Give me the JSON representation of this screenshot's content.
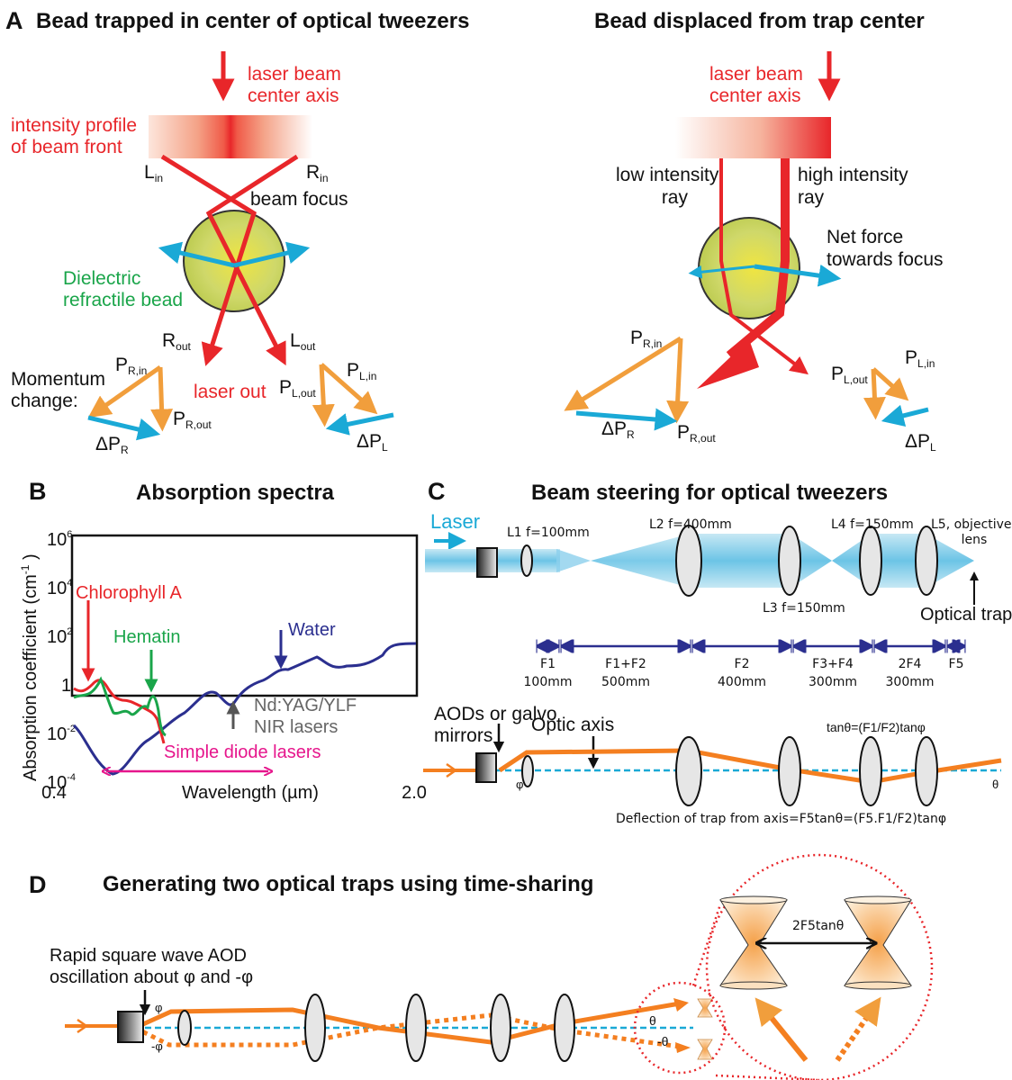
{
  "panel_a": {
    "label": "A",
    "left": {
      "title": "Bead trapped in center of  optical tweezers",
      "laser_axis": [
        "laser beam",
        "center axis"
      ],
      "intensity_profile": [
        "intensity profile",
        "of beam front"
      ],
      "l_in": "L",
      "l_in_sub": "in",
      "r_in": "R",
      "r_in_sub": "in",
      "beam_focus": "beam focus",
      "bead_label": [
        "Dielectric",
        "refractile bead"
      ],
      "r_out": "R",
      "r_out_sub": "out",
      "l_out": "L",
      "l_out_sub": "out",
      "laser_out": "laser out",
      "momentum": [
        "Momentum",
        "change:"
      ],
      "p_r_in": "P",
      "p_r_in_sub": "R,in",
      "p_r_out": "P",
      "p_r_out_sub": "R,out",
      "dp_r": "ΔP",
      "dp_r_sub": "R",
      "p_l_in": "P",
      "p_l_in_sub": "L,in",
      "p_l_out": "P",
      "p_l_out_sub": "L,out",
      "dp_l": "ΔP",
      "dp_l_sub": "L"
    },
    "right": {
      "title": "Bead displaced from trap center",
      "laser_axis": [
        "laser beam",
        "center axis"
      ],
      "low_ray": [
        "low intensity",
        "ray"
      ],
      "high_ray": [
        "high intensity",
        "ray"
      ],
      "net_force": [
        "Net force",
        "towards focus"
      ],
      "p_r_in": "P",
      "p_r_in_sub": "R,in",
      "p_r_out": "P",
      "p_r_out_sub": "R,out",
      "dp_r": "ΔP",
      "dp_r_sub": "R",
      "p_l_in": "P",
      "p_l_in_sub": "L,in",
      "p_l_out": "P",
      "p_l_out_sub": "L,out",
      "dp_l": "ΔP",
      "dp_l_sub": "L"
    }
  },
  "panel_b": {
    "label": "B",
    "title": "Absorption spectra",
    "ylabel": "Absorption coefficient (cm",
    "ylabel_sup": "-1",
    "ylabel_end": " )",
    "y_ticks": [
      {
        "base": "10",
        "exp": "6"
      },
      {
        "base": "10",
        "exp": "4"
      },
      {
        "base": "10",
        "exp": "2"
      },
      {
        "base": "1",
        "exp": ""
      },
      {
        "base": "10",
        "exp": "-2"
      },
      {
        "base": "10",
        "exp": "-4"
      }
    ],
    "x_ticks": [
      "0.4",
      "2.0"
    ],
    "xlabel": "Wavelength (µm)",
    "annotations": {
      "chlorophyll": "Chlorophyll A",
      "hematin": "Hematin",
      "water": "Water",
      "ndyag": [
        "Nd:YAG/YLF",
        "NIR lasers"
      ],
      "diode": "Simple diode lasers"
    },
    "colors": {
      "water": "#2b2f8f",
      "chlorophyll": "#e8262a",
      "hematin": "#1aa54a",
      "diode": "#e6168c",
      "nir": "#666666"
    }
  },
  "panel_c": {
    "label": "C",
    "title": "Beam steering for optical tweezers",
    "laser": "Laser",
    "lenses": [
      "L1 f=100mm",
      "L2 f=400mm",
      "L3 f=150mm",
      "L4 f=150mm"
    ],
    "l5": [
      "L5, objective",
      "lens"
    ],
    "optical_trap": "Optical trap",
    "distances": [
      {
        "name": "F1",
        "value": "100mm"
      },
      {
        "name": "F1+F2",
        "value": "500mm"
      },
      {
        "name": "F2",
        "value": "400mm"
      },
      {
        "name": "F3+F4",
        "value": "300mm"
      },
      {
        "name": "2F4",
        "value": "300mm"
      },
      {
        "name": "F5",
        "value": ""
      }
    ],
    "aod": [
      "AODs or galvo",
      "mirrors"
    ],
    "optic_axis": "Optic axis",
    "tan_eq": "tanθ=(F1/F2)tanφ",
    "phi": "φ",
    "theta": "θ",
    "deflection": "Deflection of trap from axis=F5tanθ=(F5.F1/F2)tanφ"
  },
  "panel_d": {
    "label": "D",
    "title": "Generating two optical traps using time-sharing",
    "oscillation": [
      "Rapid square wave AOD",
      "oscillation about φ and -φ"
    ],
    "phi": "φ",
    "neg_phi": "-φ",
    "theta": "θ",
    "neg_theta": "-θ",
    "separation": "2F5tanθ"
  }
}
